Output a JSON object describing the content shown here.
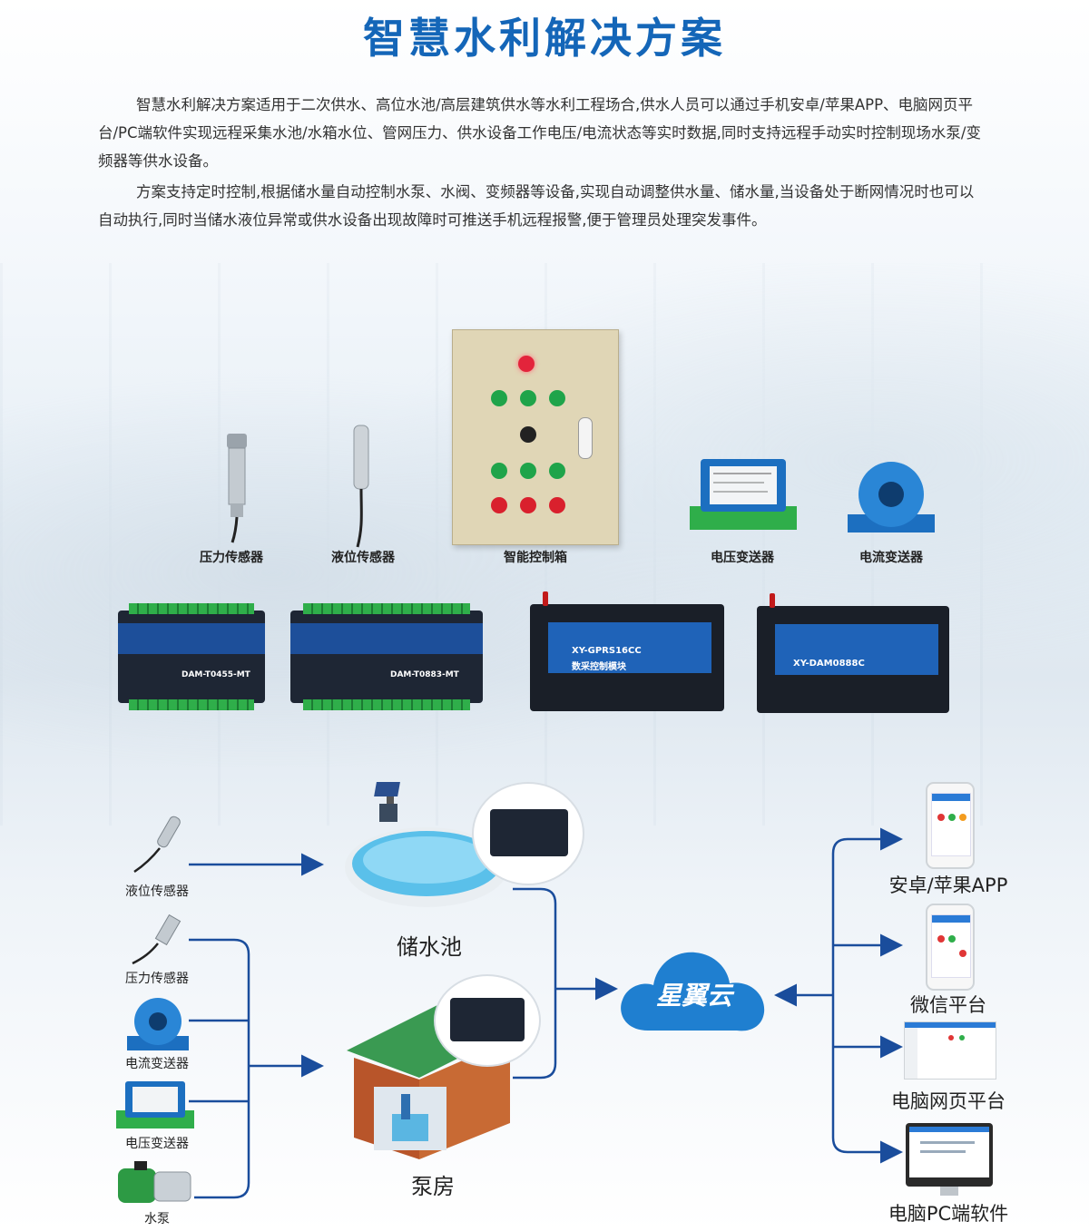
{
  "title": "智慧水利解决方案",
  "paragraphs": [
    "智慧水利解决方案适用于二次供水、高位水池/高层建筑供水等水利工程场合,供水人员可以通过手机安卓/苹果APP、电脑网页平台/PC端软件实现远程采集水池/水箱水位、管网压力、供水设备工作电压/电流状态等实时数据,同时支持远程手动实时控制现场水泵/变频器等供水设备。",
    "方案支持定时控制,根据储水量自动控制水泵、水阀、变频器等设备,实现自动调整供水量、储水量,当设备处于断网情况时也可以自动执行,同时当储水液位异常或供水设备出现故障时可推送手机远程报警,便于管理员处理突发事件。"
  ],
  "products": {
    "pressure_sensor": "压力传感器",
    "level_sensor": "液位传感器",
    "control_box": "智能控制箱",
    "voltage_transmitter": "电压变送器",
    "current_transmitter": "电流变送器"
  },
  "modules": {
    "m1": "DAM-T0455-MT",
    "m2": "DAM-T0883-MT",
    "m3": "XY-GPRS16CC",
    "m3_sub": "数采控制模块",
    "m4": "XY-DAM0888C"
  },
  "diagram": {
    "left_devices": {
      "level_sensor": "液位传感器",
      "pressure_sensor": "压力传感器",
      "current_transmitter": "电流变送器",
      "voltage_transmitter": "电压变送器",
      "pump": "水泵"
    },
    "tank": "储水池",
    "pump_house": "泵房",
    "cloud": "星翼云",
    "clients": [
      "安卓/苹果APP",
      "微信平台",
      "电脑网页平台",
      "电脑PC端软件"
    ]
  },
  "colors": {
    "title": "#1466b8",
    "arrow": "#1a4d9c",
    "cloud": "#1f7fd0"
  }
}
